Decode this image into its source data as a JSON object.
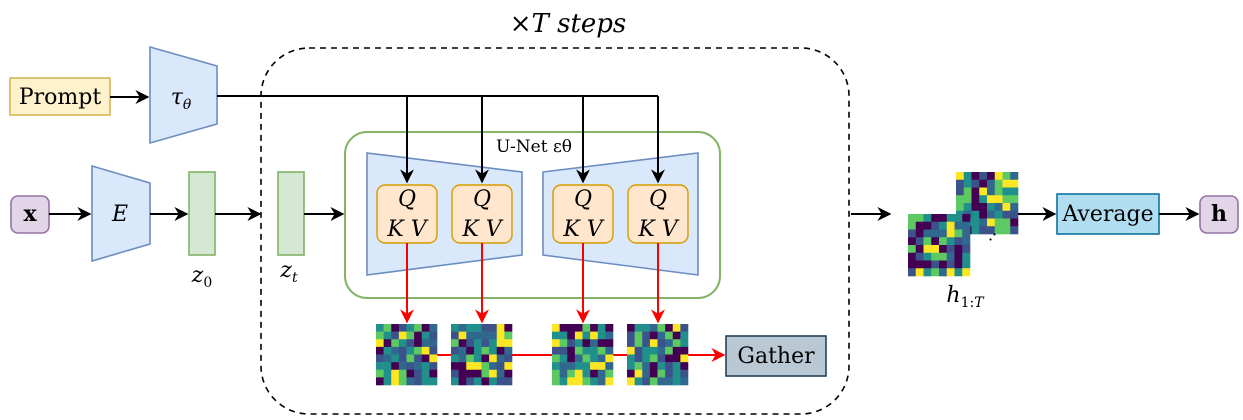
{
  "title": "×T steps",
  "nodes": {
    "prompt": "Prompt",
    "tau": "τθ",
    "x": "x",
    "encoder": "E",
    "z0": "z0",
    "zt": "zt",
    "unet": "U-Net εθ",
    "attn_q": "Q",
    "attn_kv": "K V",
    "gather": "Gather",
    "h1T": "h1:T",
    "average": "Average",
    "h": "h"
  },
  "colors": {
    "prompt_fill": "#fff2cc",
    "prompt_stroke": "#d6b656",
    "encoder_fill": "#dae8fc",
    "encoder_stroke": "#6c8ebf",
    "latent_fill": "#d5e8d4",
    "latent_stroke": "#82b366",
    "io_fill": "#e1d5e7",
    "io_stroke": "#9673a6",
    "attn_fill": "#ffe6cc",
    "attn_stroke": "#d79b00",
    "gather_fill": "#bac8d3",
    "gather_stroke": "#23445d",
    "average_fill": "#b1ddf0",
    "average_stroke": "#10739e",
    "unet_stroke": "#82b366",
    "red_arrow": "#ff0000"
  },
  "heatmap_palette": [
    "#440154",
    "#3b528b",
    "#21908d",
    "#5dc963",
    "#fde725",
    "#31688e"
  ]
}
